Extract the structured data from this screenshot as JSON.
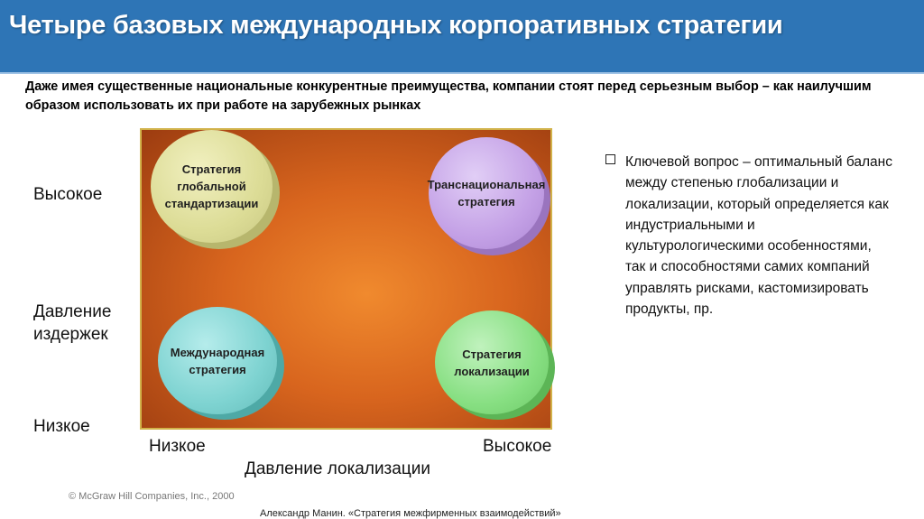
{
  "title": "Четыре базовых международных корпоративных стратегии",
  "subtitle": "Даже имея существенные национальные конкурентные преимущества, компании стоят перед серьезным выбор – как наилучшим образом использовать их при работе на зарубежных рынках",
  "y_axis": {
    "high": "Высокое",
    "title_line1": "Давление",
    "title_line2": "издержек",
    "low": "Низкое"
  },
  "x_axis": {
    "low": "Низкое",
    "high": "Высокое",
    "title": "Давление локализации"
  },
  "strategies": {
    "global": {
      "label": "Стратегия\nглобальной\nстандартизации",
      "color": "#dcdc96"
    },
    "transnational": {
      "label": "Транснациональная\nстратегия",
      "color": "#c4a1e6"
    },
    "international": {
      "label": "Международная\nстратегия",
      "color": "#7ed3d1"
    },
    "localization": {
      "label": "Стратегия\nлокализации",
      "color": "#87df82"
    }
  },
  "key_question": "Ключевой вопрос – оптимальный баланс между степенью глобализации и локализации, который определяется как индустриальными и культурологическими особенностями, так и способностями самих компаний управлять рисками, кастомизировать продукты, пр.",
  "copyright": "© McGraw Hill Companies, Inc., 2000",
  "footer": "Александр Манин. «Стратегия межфирменных взаимодействий»",
  "colors": {
    "title_bar": "#2e75b6",
    "matrix_center": "#f08a2e",
    "matrix_edge": "#9c3c10",
    "matrix_border": "#d1b24a"
  }
}
